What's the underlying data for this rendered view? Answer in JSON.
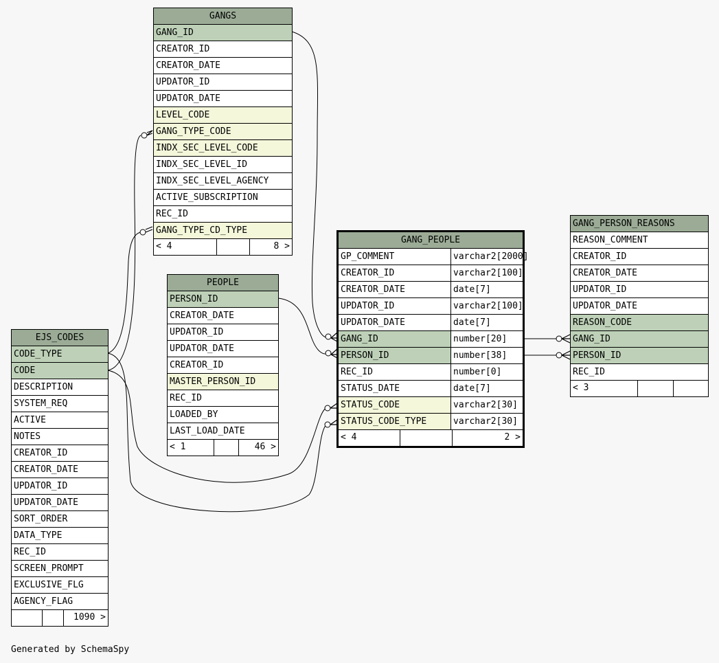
{
  "tables": {
    "gangs": {
      "title": "GANGS",
      "columns": [
        {
          "name": "GANG_ID",
          "kind": "pk"
        },
        {
          "name": "CREATOR_ID",
          "kind": ""
        },
        {
          "name": "CREATOR_DATE",
          "kind": ""
        },
        {
          "name": "UPDATOR_ID",
          "kind": ""
        },
        {
          "name": "UPDATOR_DATE",
          "kind": ""
        },
        {
          "name": "LEVEL_CODE",
          "kind": "fk"
        },
        {
          "name": "GANG_TYPE_CODE",
          "kind": "fk"
        },
        {
          "name": "INDX_SEC_LEVEL_CODE",
          "kind": "fk"
        },
        {
          "name": "INDX_SEC_LEVEL_ID",
          "kind": ""
        },
        {
          "name": "INDX_SEC_LEVEL_AGENCY",
          "kind": ""
        },
        {
          "name": "ACTIVE_SUBSCRIPTION",
          "kind": ""
        },
        {
          "name": "REC_ID",
          "kind": ""
        },
        {
          "name": "GANG_TYPE_CD_TYPE",
          "kind": "fk"
        }
      ],
      "footer": {
        "parents": "< 4",
        "rows": "",
        "children": "8 >"
      }
    },
    "people": {
      "title": "PEOPLE",
      "columns": [
        {
          "name": "PERSON_ID",
          "kind": "pk"
        },
        {
          "name": "CREATOR_DATE",
          "kind": ""
        },
        {
          "name": "UPDATOR_ID",
          "kind": ""
        },
        {
          "name": "UPDATOR_DATE",
          "kind": ""
        },
        {
          "name": "CREATOR_ID",
          "kind": ""
        },
        {
          "name": "MASTER_PERSON_ID",
          "kind": "fk"
        },
        {
          "name": "REC_ID",
          "kind": ""
        },
        {
          "name": "LOADED_BY",
          "kind": ""
        },
        {
          "name": "LAST_LOAD_DATE",
          "kind": ""
        }
      ],
      "footer": {
        "parents": "< 1",
        "rows": "",
        "children": "46 >"
      }
    },
    "ejs_codes": {
      "title": "EJS_CODES",
      "columns": [
        {
          "name": "CODE_TYPE",
          "kind": "pk"
        },
        {
          "name": "CODE",
          "kind": "pk"
        },
        {
          "name": "DESCRIPTION",
          "kind": ""
        },
        {
          "name": "SYSTEM_REQ",
          "kind": ""
        },
        {
          "name": "ACTIVE",
          "kind": ""
        },
        {
          "name": "NOTES",
          "kind": ""
        },
        {
          "name": "CREATOR_ID",
          "kind": ""
        },
        {
          "name": "CREATOR_DATE",
          "kind": ""
        },
        {
          "name": "UPDATOR_ID",
          "kind": ""
        },
        {
          "name": "UPDATOR_DATE",
          "kind": ""
        },
        {
          "name": "SORT_ORDER",
          "kind": ""
        },
        {
          "name": "DATA_TYPE",
          "kind": ""
        },
        {
          "name": "REC_ID",
          "kind": ""
        },
        {
          "name": "SCREEN_PROMPT",
          "kind": ""
        },
        {
          "name": "EXCLUSIVE_FLG",
          "kind": ""
        },
        {
          "name": "AGENCY_FLAG",
          "kind": ""
        }
      ],
      "footer": {
        "parents": "",
        "rows": "",
        "children": "1090 >"
      }
    },
    "gang_people": {
      "title": "GANG_PEOPLE",
      "columns": [
        {
          "name": "GP_COMMENT",
          "kind": "",
          "type": "varchar2[2000]"
        },
        {
          "name": "CREATOR_ID",
          "kind": "",
          "type": "varchar2[100]"
        },
        {
          "name": "CREATOR_DATE",
          "kind": "",
          "type": "date[7]"
        },
        {
          "name": "UPDATOR_ID",
          "kind": "",
          "type": "varchar2[100]"
        },
        {
          "name": "UPDATOR_DATE",
          "kind": "",
          "type": "date[7]"
        },
        {
          "name": "GANG_ID",
          "kind": "pk",
          "type": "number[20]"
        },
        {
          "name": "PERSON_ID",
          "kind": "pk",
          "type": "number[38]"
        },
        {
          "name": "REC_ID",
          "kind": "",
          "type": "number[0]"
        },
        {
          "name": "STATUS_DATE",
          "kind": "",
          "type": "date[7]"
        },
        {
          "name": "STATUS_CODE",
          "kind": "fk",
          "type": "varchar2[30]"
        },
        {
          "name": "STATUS_CODE_TYPE",
          "kind": "fk",
          "type": "varchar2[30]"
        }
      ],
      "footer": {
        "parents": "< 4",
        "rows": "",
        "children": "2 >"
      }
    },
    "gang_person_reasons": {
      "title": "GANG_PERSON_REASONS",
      "columns": [
        {
          "name": "REASON_COMMENT",
          "kind": ""
        },
        {
          "name": "CREATOR_ID",
          "kind": ""
        },
        {
          "name": "CREATOR_DATE",
          "kind": ""
        },
        {
          "name": "UPDATOR_ID",
          "kind": ""
        },
        {
          "name": "UPDATOR_DATE",
          "kind": ""
        },
        {
          "name": "REASON_CODE",
          "kind": "pk"
        },
        {
          "name": "GANG_ID",
          "kind": "pk"
        },
        {
          "name": "PERSON_ID",
          "kind": "pk"
        },
        {
          "name": "REC_ID",
          "kind": ""
        }
      ],
      "footer": {
        "parents": "< 3",
        "rows": "",
        "children": ""
      }
    }
  },
  "relationships": [
    {
      "from": "gang_people.GANG_ID",
      "to": "gangs.GANG_ID"
    },
    {
      "from": "gang_people.PERSON_ID",
      "to": "people.PERSON_ID"
    },
    {
      "from": "gang_people.STATUS_CODE",
      "to": "ejs_codes.CODE"
    },
    {
      "from": "gang_people.STATUS_CODE_TYPE",
      "to": "ejs_codes.CODE_TYPE"
    },
    {
      "from": "gangs.GANG_TYPE_CODE",
      "to": "ejs_codes.CODE"
    },
    {
      "from": "gangs.GANG_TYPE_CD_TYPE",
      "to": "ejs_codes.CODE_TYPE"
    },
    {
      "from": "gang_person_reasons.GANG_ID",
      "to": "gang_people.GANG_ID"
    },
    {
      "from": "gang_person_reasons.PERSON_ID",
      "to": "gang_people.PERSON_ID"
    }
  ],
  "footer_note": "Generated by SchemaSpy",
  "colors": {
    "background": "#f7f7f7",
    "header": "#9bab96",
    "primary_key": "#bed1b8",
    "foreign_key": "#f4f7da"
  }
}
